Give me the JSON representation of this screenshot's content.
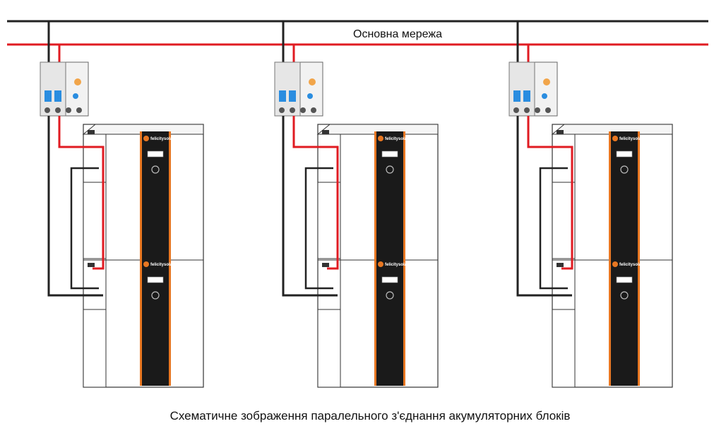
{
  "diagram": {
    "grid_label": "Основна мережа",
    "caption": "Схематичне зображення паралельного з'єднання акумуляторних блоків",
    "brand": "felicitysolar",
    "colors": {
      "neutral_wire": "#222222",
      "live_wire": "#e01b22",
      "panel": "#1a1a1a",
      "accent": "#e87722",
      "breaker_blue": "#2a8de0"
    },
    "units": [
      {
        "name": "unit-1"
      },
      {
        "name": "unit-2"
      },
      {
        "name": "unit-3"
      }
    ]
  }
}
